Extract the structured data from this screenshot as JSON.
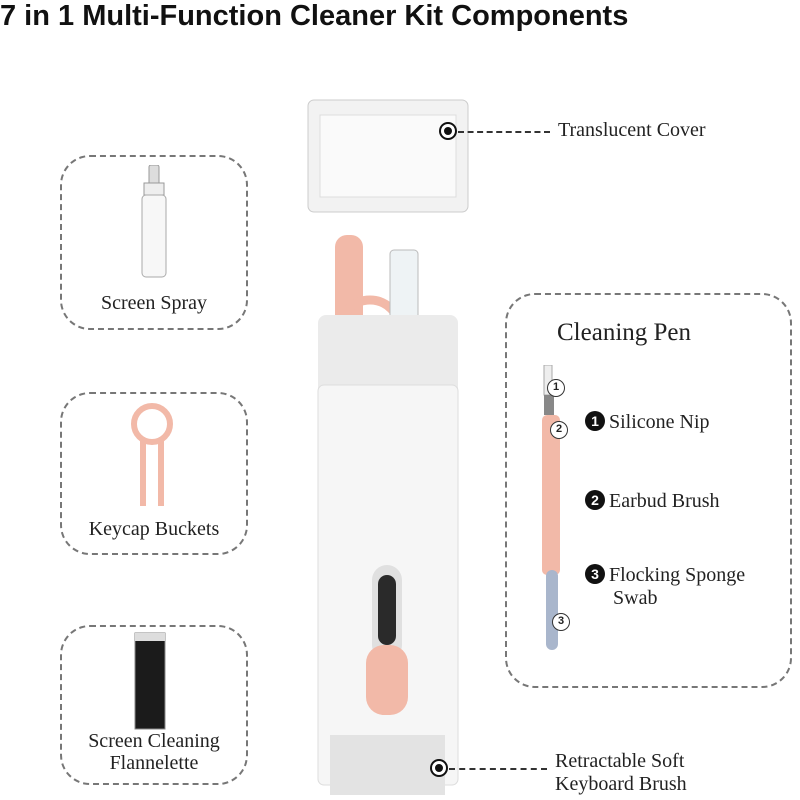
{
  "title": "7 in 1 Multi-Function Cleaner Kit Components",
  "components": {
    "screen_spray": "Screen Spray",
    "keycap_buckets": "Keycap Buckets",
    "flannelette_line1": "Screen Cleaning",
    "flannelette_line2": "Flannelette",
    "translucent_cover": "Translucent Cover",
    "brush_line1": "Retractable Soft",
    "brush_line2": "Keyboard Brush"
  },
  "cleaning_pen": {
    "title": "Cleaning Pen",
    "parts": [
      {
        "num": "1",
        "label": "Silicone Nip"
      },
      {
        "num": "2",
        "label": "Earbud Brush"
      },
      {
        "num": "3",
        "label": "Flocking Sponge",
        "label2": "Swab"
      }
    ]
  },
  "colors": {
    "accent_pink": "#f2b9a8",
    "body_white": "#f4f4f4",
    "dark_slot": "#2a2a2a"
  }
}
